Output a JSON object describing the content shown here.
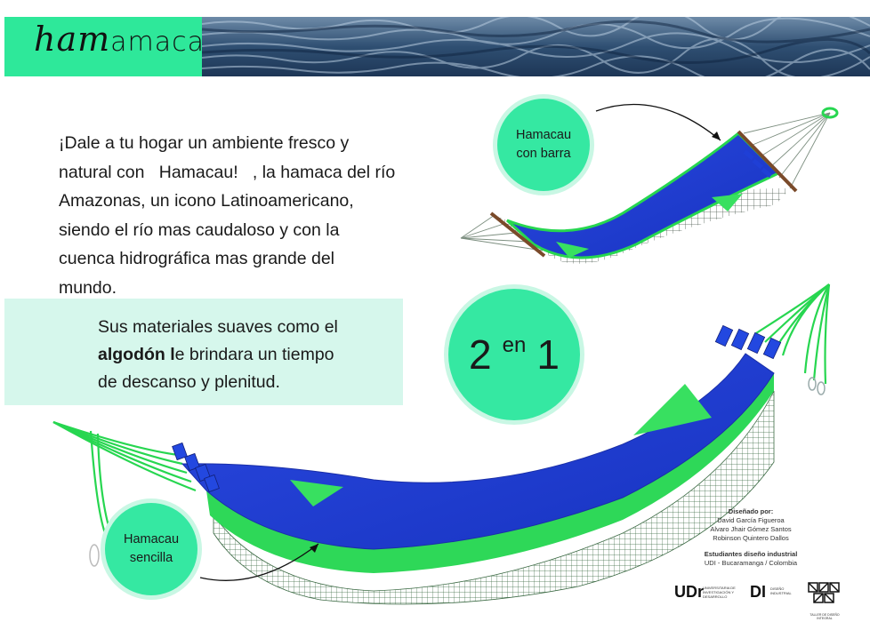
{
  "brand": {
    "logo_part1": "ham",
    "logo_part2": "ama",
    "logo_part3": "cau"
  },
  "intro": {
    "line1": "¡Dale  a tu hogar un ambiente fresco y",
    "line2": "natural con   Hamacau!   , la hamaca del río",
    "line3": "Amazonas, un icono Latinoamericano,",
    "line4": "siendo el río mas caudaloso y con la",
    "line5": "cuenca hidrográfica mas grande del",
    "line6": "mundo."
  },
  "materials": {
    "line1": "Sus materiales suaves como el",
    "bold": "algodón l",
    "line2_rest": "e brindara un tiempo",
    "line3": "de descanso y plenitud."
  },
  "badges": {
    "barra_line1": "Hamacau",
    "barra_line2": "con barra",
    "two": "2",
    "en": "en",
    "one": "1",
    "sencilla_line1": "Hamacau",
    "sencilla_line2": "sencilla"
  },
  "credits": {
    "designed_by": "Diseñado por:",
    "name1": "David García Figueroa",
    "name2": "Alvaro Jhair Gómez Santos",
    "name3": "Robinson Quintero Dallos",
    "students": "Estudiantes diseño industrial",
    "institution": "UDI - Bucaramanga / Colombia"
  },
  "logos": {
    "udi": "UDr",
    "udi_sub": "UNIVERSITARIA DE INVESTIGACIÓN Y DESARROLLO",
    "di": "DI",
    "di_sub": "DISEÑO INDUSTRIAL",
    "taller_sub": "TALLER DE DISEÑO INTEGRAL"
  },
  "colors": {
    "accent_green": "#2ee89a",
    "mint": "#d6f7ec",
    "hammock_blue": "#1f3fd6",
    "hammock_green": "#27d650"
  }
}
